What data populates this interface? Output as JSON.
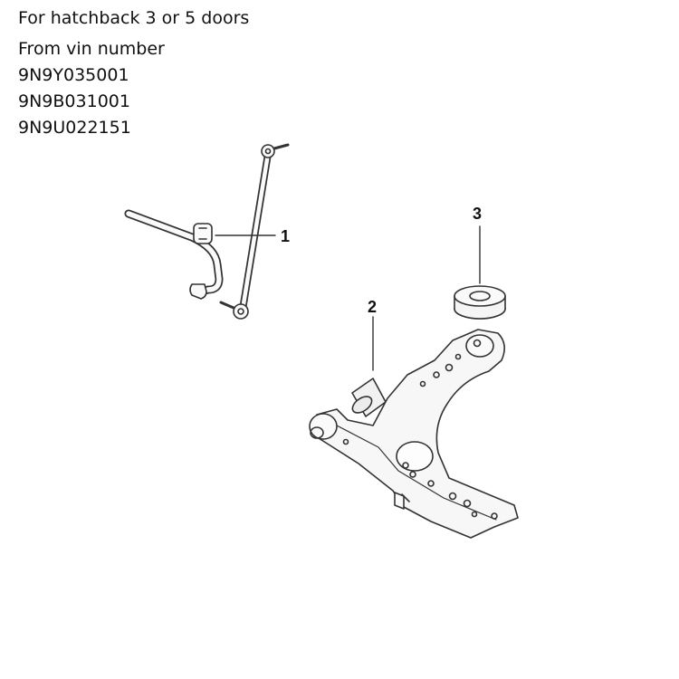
{
  "header": {
    "body_type": "For hatchback 3 or 5 doors",
    "vin_label": "From vin number",
    "vin_numbers": [
      "9N9Y035001",
      "9N9B031001",
      "9N9U022151"
    ]
  },
  "callouts": {
    "c1": "1",
    "c2": "2",
    "c3": "3"
  },
  "colors": {
    "line": "#333333",
    "fill": "#f7f7f7"
  }
}
